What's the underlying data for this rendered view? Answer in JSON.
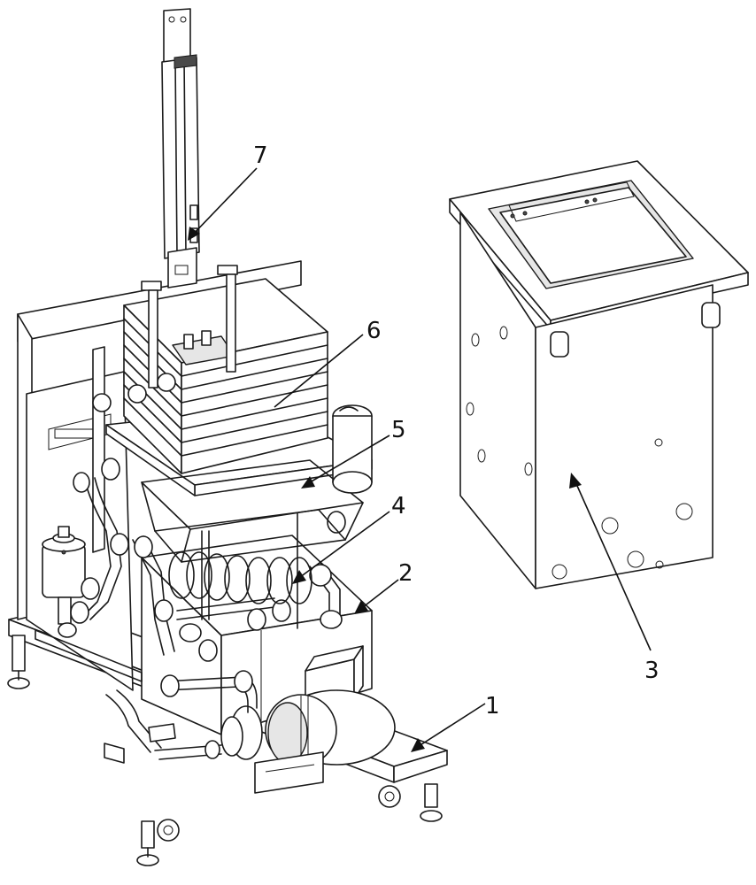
{
  "figure": {
    "labels": [
      {
        "id": "1",
        "text": "1"
      },
      {
        "id": "2",
        "text": "2"
      },
      {
        "id": "3",
        "text": "3"
      },
      {
        "id": "4",
        "text": "4"
      },
      {
        "id": "5",
        "text": "5"
      },
      {
        "id": "6",
        "text": "6"
      },
      {
        "id": "7",
        "text": "7"
      }
    ]
  },
  "colors": {
    "line": "#1a1a1a",
    "background": "#ffffff",
    "shade": "#e6e6e6"
  }
}
